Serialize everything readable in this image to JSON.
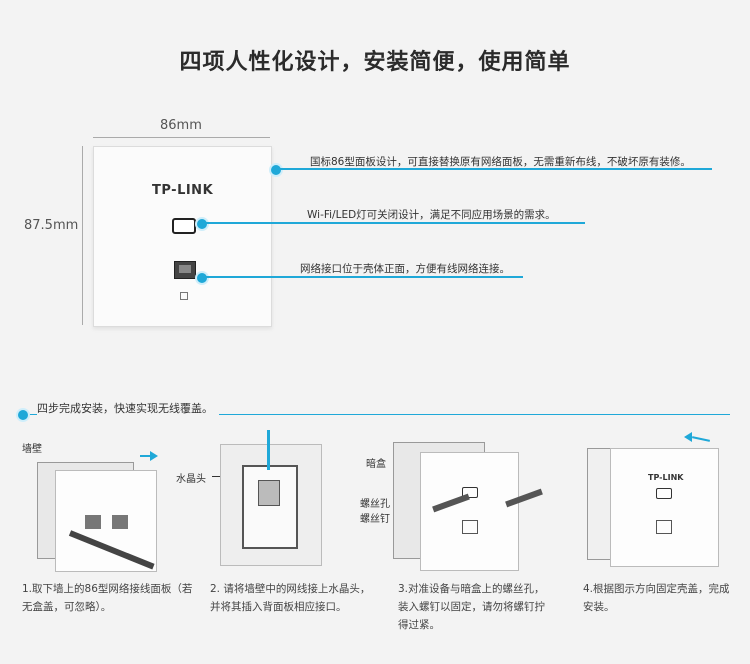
{
  "title": "四项人性化设计，安装简便，使用简单",
  "dimensions": {
    "width": "86mm",
    "height": "87.5mm"
  },
  "brand": "TP-LINK",
  "features": [
    "国标86型面板设计，可直接替换原有网络面板，无需重新布线，不破坏原有装修。",
    "Wi-Fi/LED灯可关闭设计，满足不同应用场景的需求。",
    "网络接口位于壳体正面，方便有线网络连接。"
  ],
  "section": {
    "label": "四步完成安装，快速实现无线覆盖。"
  },
  "steps": {
    "wall_label": "墙壁",
    "crystal_head_label": "水晶头",
    "dark_box_label": "暗盒",
    "screw_hole_label": "螺丝孔",
    "screw_label": "螺丝钉",
    "step1": [
      "1.取下墙上的86型网络接线面板（若",
      "无盒盖，可忽略）。"
    ],
    "step2": [
      "2. 请将墙壁中的网线接上水晶头，",
      "并将其插入背面板相应接口。"
    ],
    "step3": [
      "3.对准设备与暗盒上的螺丝孔，",
      "装入螺钉以固定，请勿将螺钉拧",
      "得过紧。"
    ],
    "step4": [
      "4.根据图示方向固定壳盖，完成",
      "安装。"
    ]
  },
  "colors": {
    "accent": "#1fa8d8",
    "background": "#f3f3f3"
  }
}
